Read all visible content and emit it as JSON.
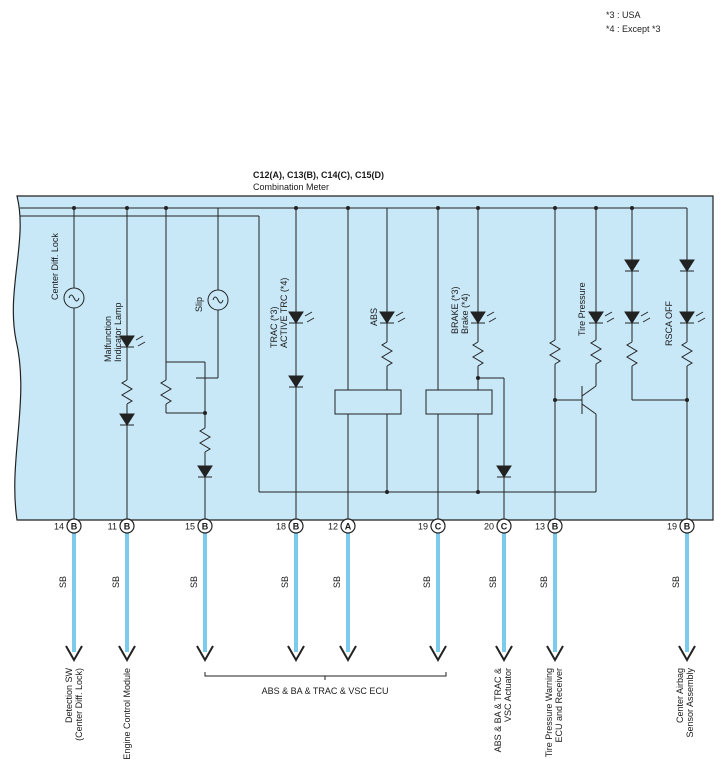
{
  "notes": [
    "*3 : USA",
    "*4 : Except *3"
  ],
  "header": {
    "connectors": "C12(A), C13(B), C14(C), C15(D)",
    "title": "Combination Meter"
  },
  "wire_color": "SB",
  "colors": {
    "meter_fill": "#c8e8f8",
    "wire": "#7ccaec",
    "line": "#222222"
  },
  "pins": [
    {
      "num": "14",
      "letter": "B"
    },
    {
      "num": "11",
      "letter": "B"
    },
    {
      "num": "15",
      "letter": "B"
    },
    {
      "num": "18",
      "letter": "B"
    },
    {
      "num": "12",
      "letter": "A"
    },
    {
      "num": "19",
      "letter": "C"
    },
    {
      "num": "20",
      "letter": "C"
    },
    {
      "num": "13",
      "letter": "B"
    },
    {
      "num": "19",
      "letter": "B"
    }
  ],
  "components": {
    "center_diff_lock": "Center Diff. Lock",
    "mil": [
      "Malfunction",
      "Indicator Lamp"
    ],
    "slip": "Slip",
    "trac": [
      "TRAC (*3)",
      "ACTIVE TRC (*4)"
    ],
    "abs": "ABS",
    "brake": [
      "BRAKE (*3)",
      "Brake (*4)"
    ],
    "tire_pressure": "Tire Pressure",
    "rsca_off": "RSCA OFF"
  },
  "destinations": {
    "detection_sw": [
      "Detection SW",
      "(Center Diff. Lock)"
    ],
    "ecm": "Engine Control Module",
    "ecu_group": "ABS & BA & TRAC & VSC ECU",
    "actuator": [
      "ABS & BA & TRAC &",
      "VSC Actuator"
    ],
    "tire_ecu": [
      "Tire Pressure Warning",
      "ECU and Receiver"
    ],
    "airbag": [
      "Center Airbag",
      "Sensor Assembly"
    ]
  }
}
